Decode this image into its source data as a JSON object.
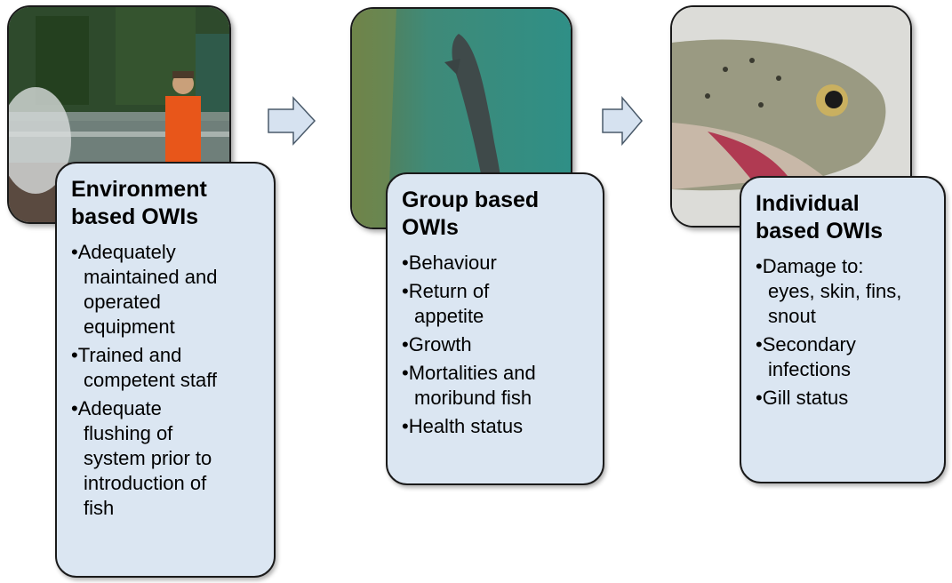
{
  "panels": [
    {
      "title": "Environment\nbased OWIs",
      "items": [
        "Adequately\nmaintained and\noperated\nequipment",
        "Trained and\ncompetent staff",
        "Adequate\nflushing of\nsystem prior to\nintroduction of\nfish"
      ]
    },
    {
      "title": "Group based\nOWIs",
      "items": [
        "Behaviour",
        "Return of\nappetite",
        "Growth",
        "Mortalities and\nmoribund fish",
        "Health status"
      ]
    },
    {
      "title": "Individual\nbased OWIs",
      "items": [
        "Damage to:\neyes, skin, fins,\nsnout",
        "Secondary\ninfections",
        "Gill status"
      ]
    }
  ],
  "colors": {
    "card_fill": "#dbe6f2",
    "arrow_fill": "#d6e2f0",
    "border": "#1a1a1a"
  }
}
